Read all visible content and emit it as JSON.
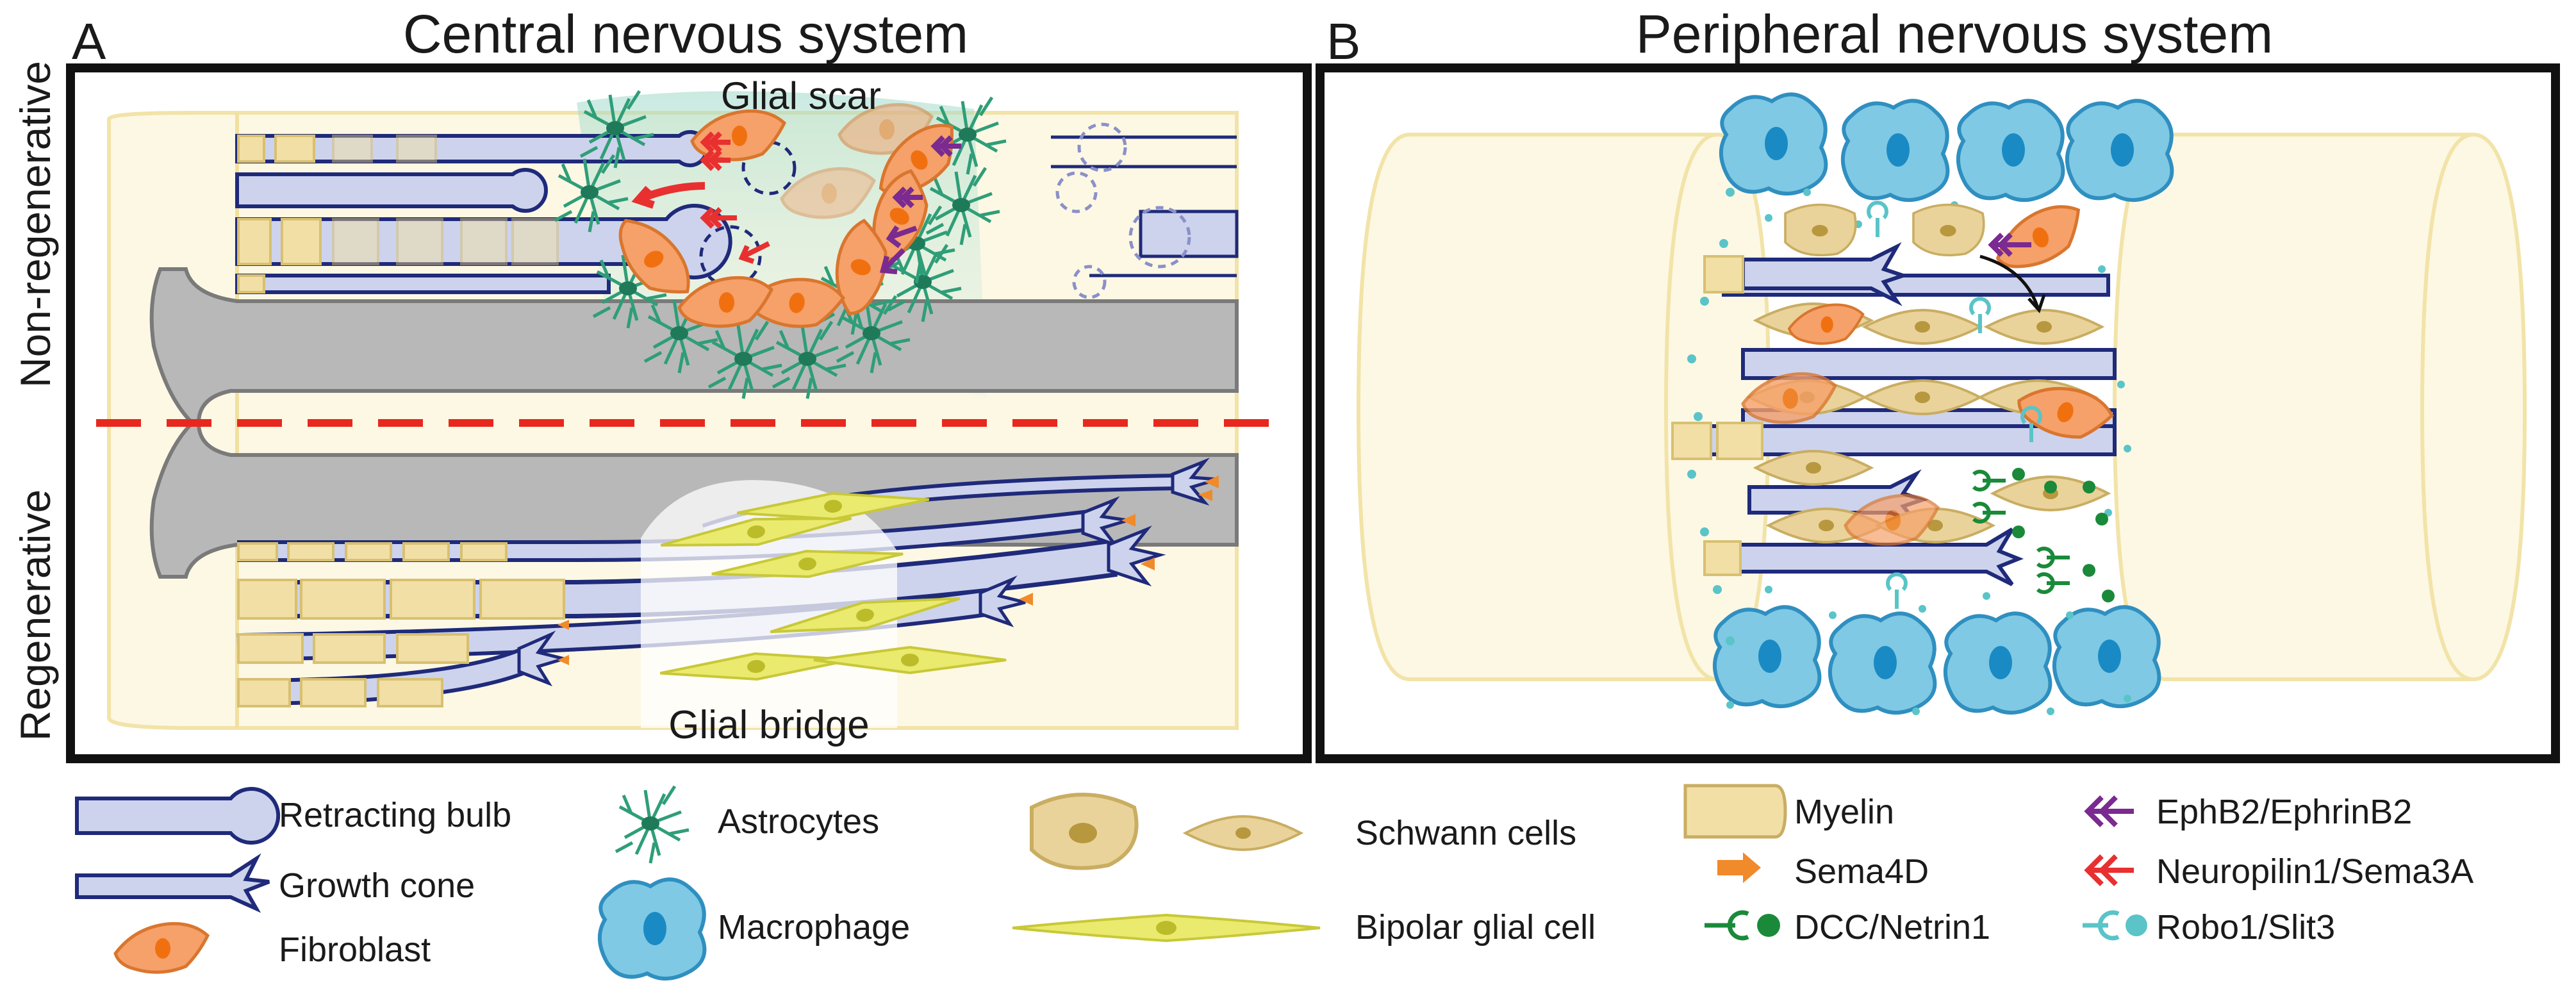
{
  "panels": {
    "a": {
      "letter": "A",
      "title": "Central nervous system",
      "rows": {
        "top": "Non-regenerative",
        "bottom": "Regenerative"
      },
      "glial_scar": "Glial scar",
      "glial_bridge": "Glial bridge"
    },
    "b": {
      "letter": "B",
      "title": "Peripheral nervous system"
    }
  },
  "legend": {
    "retracting_bulb": "Retracting bulb",
    "growth_cone": "Growth cone",
    "fibroblast": "Fibroblast",
    "astrocytes": "Astrocytes",
    "macrophage": "Macrophage",
    "schwann_cells": "Schwann cells",
    "bipolar_glial_cell": "Bipolar glial cell",
    "myelin": "Myelin",
    "sema4d": "Sema4D",
    "dcc_netrin1": "DCC/Netrin1",
    "ephb2_ephrinb2": "EphB2/EphrinB2",
    "neuropilin1_sema3a": "Neuropilin1/Sema3A",
    "robo1_slit3": "Robo1/Slit3"
  },
  "colors": {
    "axon_fill": "#cdd3ec",
    "axon_stroke": "#1f2a7a",
    "myelin": "#f1dfa6",
    "nerve_bg": "#fdf8e4",
    "gray_matter": "#b8b8b8",
    "fibroblast": "#f6a06a",
    "astrocyte": "#2f9e78",
    "macrophage": "#7fc9e4",
    "schwann": "#ead39a",
    "bipolar": "#e8e86e",
    "sema4d": "#f08a2a",
    "dcc": "#1a8a3a",
    "ephb2": "#7a2a90",
    "neuropilin": "#e83030",
    "robo": "#5ac4c8",
    "dashed_line": "#e8281e"
  }
}
